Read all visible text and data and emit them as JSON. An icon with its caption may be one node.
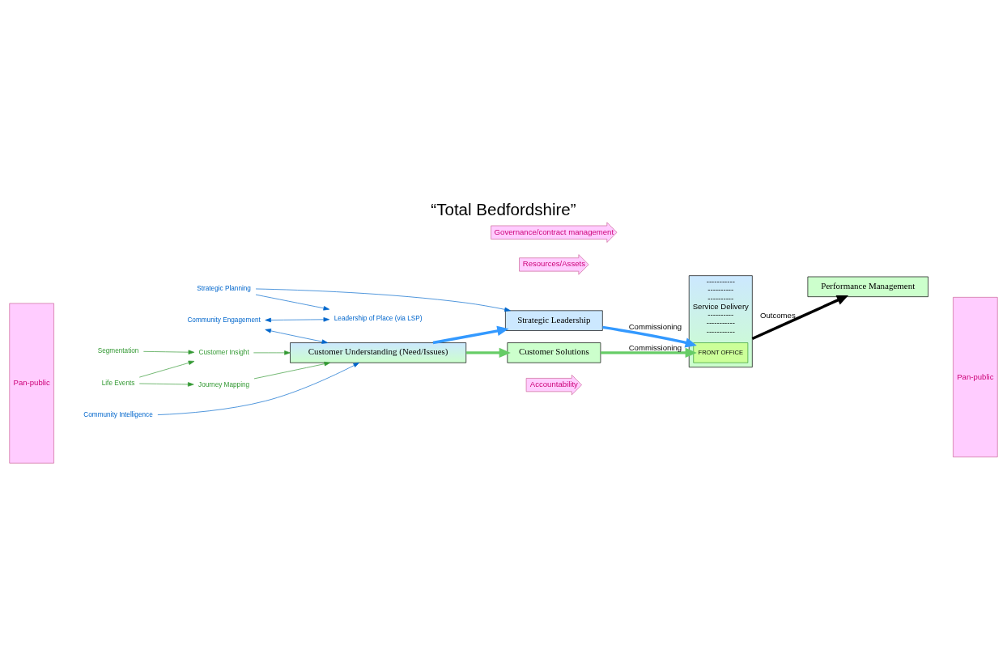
{
  "diagram": {
    "title": "“Total Bedfordshire”",
    "nodes": [
      {
        "text": [
          "Pan-public"
        ]
      },
      {
        "text": [
          "Leadership of Place (via LSP)"
        ]
      },
      {
        "text": [
          "Strategic Planning"
        ]
      },
      {
        "text": [
          "Community Intelligence"
        ]
      },
      {
        "text": [
          "Community Engagement"
        ]
      },
      {
        "text": [
          "Customer Understanding (Need/Issues)"
        ]
      },
      {
        "text": [
          "Strategic Leadership"
        ]
      },
      {
        "text": [
          "Customer Solutions"
        ]
      },
      {
        "text": [
          "-----------",
          "----------",
          "----------",
          "Service Delivery",
          "----------",
          "-----------",
          "-----------"
        ]
      },
      {
        "text": [
          "FRONT OFFICE"
        ],
        "in": 8
      },
      {
        "text": [
          "Performance Management"
        ]
      },
      {
        "text": [
          "Customer Insight"
        ]
      },
      {
        "text": [
          "Journey Mapping"
        ]
      },
      {
        "text": [
          "Segmentation"
        ]
      },
      {
        "text": [
          "Life Events"
        ]
      },
      {
        "text": [
          "Governance/contract management"
        ]
      },
      {
        "text": [
          "Accountability"
        ]
      },
      {
        "text": [
          "Resources/Assets"
        ]
      },
      {
        "text": [
          "Pan-public"
        ]
      }
    ],
    "edges": [
      {
        "from": 4,
        "to": 1,
        "arrow": "both",
        "color": "#0066cc"
      },
      {
        "from": 2,
        "to": 1,
        "arrow": "to",
        "color": "#0066cc"
      },
      {
        "from": 2,
        "to": 6,
        "arrow": "to",
        "color": "#0066cc"
      },
      {
        "from": 3,
        "to": 5,
        "arrow": "to",
        "color": "#0066cc"
      },
      {
        "from": 4,
        "to": 5,
        "arrow": "both",
        "color": "#0066cc"
      },
      {
        "from": 5,
        "to": 6,
        "arrow": "to",
        "style": "thick",
        "color": "#3399ff"
      },
      {
        "from": 5,
        "to": 7,
        "arrow": "to",
        "style": "thick",
        "color": "#66cc66"
      },
      {
        "from": 6,
        "to": 9,
        "label": "Commissioning",
        "arrow": "to",
        "style": "thick",
        "color": "#3399ff"
      },
      {
        "from": 7,
        "to": 9,
        "label": "Commissioning",
        "arrow": "to",
        "style": "thick",
        "color": "#66cc66"
      },
      {
        "from": 8,
        "to": 10,
        "label": "Outcomes",
        "arrow": "to",
        "style": "thick",
        "color": "#000000"
      },
      {
        "from": 11,
        "to": 5,
        "arrow": "to",
        "color": "#339933"
      },
      {
        "from": 12,
        "to": 5,
        "arrow": "to",
        "color": "#339933"
      },
      {
        "from": 13,
        "to": 11,
        "arrow": "to",
        "color": "#339933"
      },
      {
        "from": 14,
        "to": 11,
        "arrow": "to",
        "color": "#339933"
      },
      {
        "from": 14,
        "to": 12,
        "arrow": "to",
        "color": "#339933"
      }
    ]
  }
}
